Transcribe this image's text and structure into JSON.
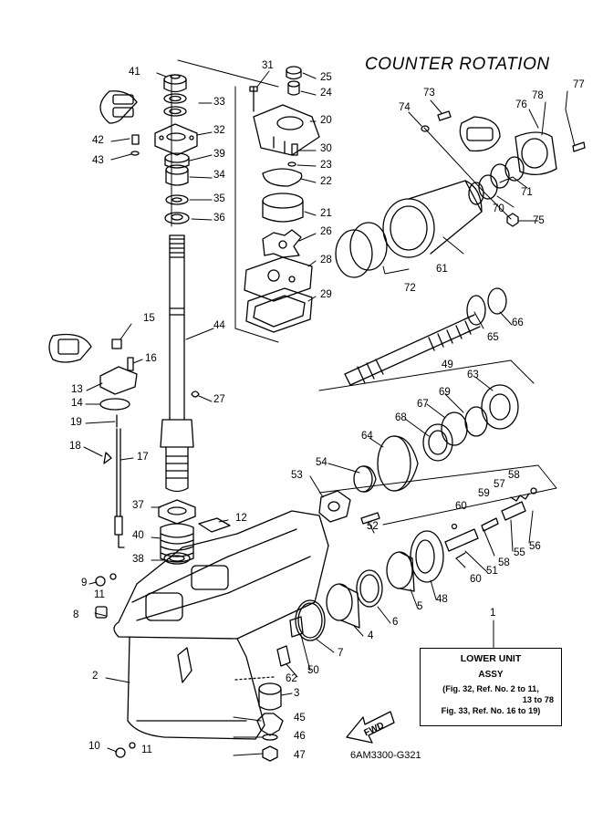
{
  "title": "COUNTER ROTATION",
  "drawing_code": "6AM3300-G321",
  "info_box": {
    "line1": "LOWER UNIT",
    "line2": "ASSY",
    "line3": "(Fig. 32, Ref. No. 2 to 11,",
    "line4": "13 to 78",
    "line5": "Fig. 33, Ref. No. 16 to 19)"
  },
  "fwd_label": "FWD",
  "callouts": [
    "1",
    "2",
    "3",
    "4",
    "5",
    "6",
    "7",
    "8",
    "9",
    "10",
    "11",
    "11",
    "12",
    "13",
    "14",
    "15",
    "16",
    "17",
    "18",
    "19",
    "20",
    "21",
    "22",
    "23",
    "24",
    "25",
    "26",
    "27",
    "28",
    "29",
    "30",
    "31",
    "32",
    "33",
    "34",
    "35",
    "36",
    "37",
    "38",
    "39",
    "40",
    "41",
    "42",
    "43",
    "44",
    "45",
    "46",
    "47",
    "48",
    "49",
    "50",
    "51",
    "52",
    "53",
    "54",
    "55",
    "56",
    "57",
    "58",
    "58",
    "59",
    "60",
    "60",
    "61",
    "62",
    "63",
    "64",
    "65",
    "66",
    "67",
    "68",
    "69",
    "70",
    "71",
    "72",
    "73",
    "74",
    "75",
    "76",
    "77",
    "78"
  ]
}
